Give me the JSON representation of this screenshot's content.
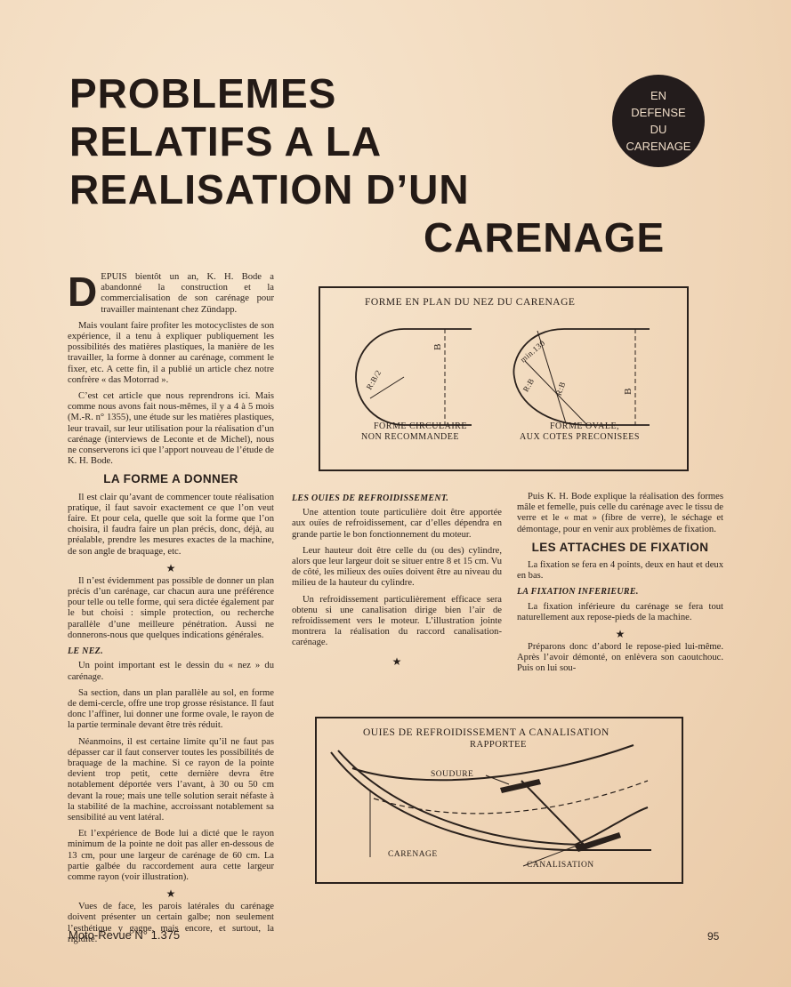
{
  "title_lines": [
    "PROBLEMES",
    "RELATIFS A LA",
    "REALISATION D’UN",
    "CARENAGE"
  ],
  "badge_lines": [
    "EN",
    "DEFENSE",
    "DU",
    "CARENAGE"
  ],
  "col1": {
    "dropcap": "D",
    "p1": "EPUIS bientôt un an, K. H. Bode a abandonné la construction et la commercialisation de son carénage pour travailler maintenant chez Zündapp.",
    "p2": "Mais voulant faire profiter les motocyclistes de son expérience, il a tenu à expliquer publiquement les possibilités des matières plastiques, la manière de les travailler, la forme à donner au carénage, comment le fixer, etc. A cette fin, il a publié un article chez notre confrère « das Motorrad ».",
    "p3": "C’est cet article que nous reprendrons ici. Mais comme nous avons fait nous-mêmes, il y a 4 à 5 mois (M.-R. n° 1355), une étude sur les matières plastiques, leur travail, sur leur utilisation pour la réalisation d’un carénage (interviews de Leconte et de Michel), nous ne conserverons ici que l’apport nouveau de l’étude de K. H. Bode.",
    "heading": "LA FORME A DONNER",
    "p4": "Il est clair qu’avant de commencer toute réalisation pratique, il faut savoir exactement ce que l’on veut faire. Et pour cela, quelle que soit la forme que l’on choisira, il faudra faire un plan précis, donc, déjà, au préalable, prendre les mesures exactes de la machine, de son angle de braquage, etc.",
    "p5": "Il n’est évidemment pas possible de donner un plan précis d’un carénage, car chacun aura une préférence pour telle ou telle forme, qui sera dictée également par le but choisi : simple protection, ou recherche parallèle d’une meilleure pénétration. Aussi ne donnerons-nous que quelques indications générales.",
    "sub": "LE NEZ.",
    "p6": "Un point important est le dessin du « nez » du carénage.",
    "p7": "Sa section, dans un plan parallèle au sol, en forme de demi-cercle, offre une trop grosse résistance. Il faut donc l’affiner, lui donner une forme ovale, le rayon de la partie terminale devant être très réduit.",
    "p8": "Néanmoins, il est certaine limite qu’il ne faut pas dépasser car il faut conserver toutes les possibilités de braquage de la machine. Si ce rayon de la pointe devient trop petit, cette dernière devra être notablement déportée vers l’avant, à 30 ou 50 cm devant la roue; mais une telle solution serait néfaste à la stabilité de la machine, accroissant notablement sa sensibilité au vent latéral.",
    "p9": "Et l’expérience de Bode lui a dicté que le rayon minimum de la pointe ne doit pas aller en-dessous de 13 cm, pour une largeur de carénage de 60 cm. La partie galbée du raccordement aura cette largeur comme rayon (voir illustration).",
    "p10": "Vues de face, les parois latérales du carénage doivent présenter un certain galbe; non seulement l’esthétique y gagne, mais encore, et surtout, la rigidité."
  },
  "col2": {
    "sub": "LES OUIES DE REFROIDISSEMENT.",
    "p1": "Une attention toute particulière doit être apportée aux ouïes de refroidissement, car d’elles dépendra en grande partie le bon fonctionnement du moteur.",
    "p2": "Leur hauteur doit être celle du (ou des) cylindre, alors que leur largeur doit se situer entre 8 et 15 cm. Vu de côté, les milieux des ouïes doivent être au niveau du milieu de la hauteur du cylindre.",
    "p3": "Un refroidissement particulièrement efficace sera obtenu si une canalisation dirige bien l’air de refroidissement vers le moteur. L’illustration jointe montrera la réalisation du raccord canalisation-carénage."
  },
  "col3": {
    "p1": "Puis K. H. Bode explique la réalisation des formes mâle et femelle, puis celle du carénage avec le tissu de verre et le « mat » (fibre de verre), le séchage et démontage, pour en venir aux problèmes de fixation.",
    "heading": "LES ATTACHES DE FIXATION",
    "p2": "La fixation se fera en 4 points, deux en haut et deux en bas.",
    "sub": "LA FIXATION INFERIEURE.",
    "p3": "La fixation inférieure du carénage se fera tout naturellement aux repose-pieds de la machine.",
    "p4": "Préparons donc d’abord le repose-pied lui-même. Après l’avoir démonté, on enlèvera son caoutchouc. Puis on lui sou-"
  },
  "star": "★",
  "fig1": {
    "title": "FORME EN PLAN DU NEZ DU CARENAGE",
    "left_caption_1": "FORME CIRCULAIRE",
    "left_caption_2": "NON RECOMMANDEE",
    "right_caption_1": "FORME OVALE,",
    "right_caption_2": "AUX COTES PRECONISEES",
    "label_b": "B",
    "label_rb2": "R:B/2",
    "label_min": "min.130",
    "label_rb": "R:B"
  },
  "fig2": {
    "title_1": "OUIES DE REFROIDISSEMENT A CANALISATION",
    "title_2": "RAPPORTEE",
    "label_soudure": "SOUDURE",
    "label_carenage": "CARENAGE",
    "label_canalisation": "CANALISATION"
  },
  "footer": {
    "left": "Moto-Revue N° 1.375",
    "page": "95"
  }
}
